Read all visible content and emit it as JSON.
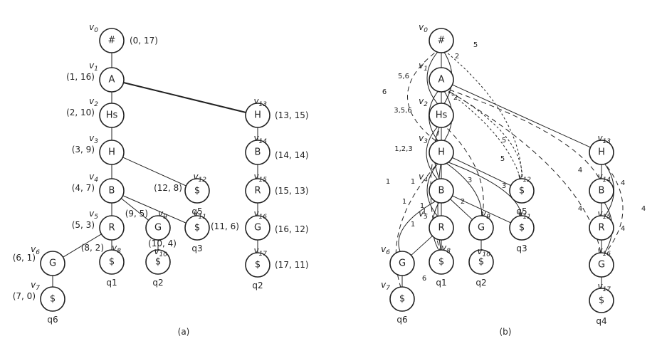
{
  "figures": [
    {
      "caption": "(a)",
      "nodes": [
        {
          "v": "0",
          "label": "#",
          "annot": "(0, 17)"
        },
        {
          "v": "1",
          "label": "A",
          "annot": "(1, 16)"
        },
        {
          "v": "2",
          "label": "Hs",
          "annot": "(2, 10)"
        },
        {
          "v": "3",
          "label": "H",
          "annot": "(3, 9)"
        },
        {
          "v": "4",
          "label": "B",
          "annot": "(4, 7)"
        },
        {
          "v": "5",
          "label": "R",
          "annot": "(5, 3)"
        },
        {
          "v": "6",
          "label": "G",
          "annot": "(6, 1)"
        },
        {
          "v": "7",
          "label": "$",
          "annot": "(7, 0)",
          "q": "q6"
        },
        {
          "v": "8",
          "label": "$",
          "annot": "(8, 2)",
          "q": "q1"
        },
        {
          "v": "9",
          "label": "G",
          "annot": "(9, 5)"
        },
        {
          "v": "10",
          "label": "$",
          "annot": "(10, 4)",
          "q": "q2"
        },
        {
          "v": "11",
          "label": "$",
          "annot": "(11, 6)",
          "q": "q3"
        },
        {
          "v": "12",
          "label": "$",
          "annot": "(12, 8)",
          "q": "q5"
        },
        {
          "v": "13",
          "label": "H",
          "annot": "(13, 15)"
        },
        {
          "v": "14",
          "label": "B",
          "annot": "(14, 14)"
        },
        {
          "v": "15",
          "label": "R",
          "annot": "(15, 13)"
        },
        {
          "v": "16",
          "label": "G",
          "annot": "(16, 12)"
        },
        {
          "v": "17",
          "label": "$",
          "annot": "(17, 11)",
          "q": "q2"
        }
      ],
      "edges": [
        [
          "0",
          "1"
        ],
        [
          "1",
          "2"
        ],
        [
          "2",
          "3"
        ],
        [
          "3",
          "4"
        ],
        [
          "4",
          "5"
        ],
        [
          "5",
          "6"
        ],
        [
          "6",
          "7"
        ],
        [
          "5",
          "8"
        ],
        [
          "4",
          "9"
        ],
        [
          "9",
          "10"
        ],
        [
          "4",
          "11"
        ],
        [
          "3",
          "12"
        ],
        [
          "1",
          "13"
        ],
        [
          "13",
          "14"
        ],
        [
          "14",
          "15"
        ],
        [
          "15",
          "16"
        ],
        [
          "16",
          "17"
        ]
      ]
    },
    {
      "caption": "(b)",
      "nodes": [
        {
          "v": "0",
          "label": "#"
        },
        {
          "v": "1",
          "label": "A"
        },
        {
          "v": "2",
          "label": "Hs"
        },
        {
          "v": "3",
          "label": "H"
        },
        {
          "v": "4",
          "label": "B"
        },
        {
          "v": "5",
          "label": "R"
        },
        {
          "v": "6",
          "label": "G"
        },
        {
          "v": "7",
          "label": "$",
          "q": "q6"
        },
        {
          "v": "8",
          "label": "$",
          "q": "q1"
        },
        {
          "v": "9",
          "label": "G"
        },
        {
          "v": "10",
          "label": "$",
          "q": "q2"
        },
        {
          "v": "11",
          "label": "$",
          "q": "q3"
        },
        {
          "v": "12",
          "label": "$",
          "q": "q5"
        },
        {
          "v": "13",
          "label": "H"
        },
        {
          "v": "14",
          "label": "B"
        },
        {
          "v": "15",
          "label": "R"
        },
        {
          "v": "16",
          "label": "G"
        },
        {
          "v": "17",
          "label": "$",
          "q": "q4"
        }
      ],
      "edges": [
        [
          "0",
          "1"
        ],
        [
          "1",
          "2"
        ],
        [
          "2",
          "3"
        ],
        [
          "3",
          "4"
        ],
        [
          "4",
          "5"
        ],
        [
          "5",
          "6"
        ],
        [
          "6",
          "7"
        ],
        [
          "5",
          "8"
        ],
        [
          "4",
          "9"
        ],
        [
          "9",
          "10"
        ],
        [
          "4",
          "11"
        ],
        [
          "3",
          "12"
        ],
        [
          "1",
          "13"
        ],
        [
          "13",
          "14"
        ],
        [
          "14",
          "15"
        ],
        [
          "15",
          "16"
        ],
        [
          "16",
          "17"
        ]
      ],
      "arcs": [
        {
          "from": "0",
          "to": "2",
          "style": "solid",
          "label": "5,6"
        },
        {
          "from": "0",
          "to": "2",
          "style": "solid",
          "label": "2"
        },
        {
          "from": "0",
          "to": "12",
          "style": "dotted",
          "label": "5"
        },
        {
          "from": "0",
          "to": "3",
          "style": "dashed",
          "label": "6"
        },
        {
          "from": "1",
          "to": "3",
          "style": "solid",
          "label": "3,5,6"
        },
        {
          "from": "1",
          "to": "3",
          "style": "solid",
          "label": "2"
        },
        {
          "from": "1",
          "to": "12",
          "style": "dotted",
          "label": "5"
        },
        {
          "from": "1",
          "to": "12",
          "style": "dotted",
          "label": "5"
        },
        {
          "from": "1",
          "to": "14",
          "style": "dashed",
          "label": "4"
        },
        {
          "from": "1",
          "to": "16",
          "style": "dashed",
          "label": "4"
        },
        {
          "from": "2",
          "to": "4",
          "style": "solid",
          "label": "1,2,3"
        },
        {
          "from": "2",
          "to": "4",
          "style": "solid",
          "label": "1"
        },
        {
          "from": "2",
          "to": "8",
          "style": "dashed",
          "label": "1"
        },
        {
          "from": "2",
          "to": "9",
          "style": "dashed",
          "label": "2"
        },
        {
          "from": "3",
          "to": "5",
          "style": "solid",
          "label": "1"
        },
        {
          "from": "3",
          "to": "9",
          "style": "solid",
          "label": "3"
        },
        {
          "from": "3",
          "to": "11",
          "style": "solid",
          "label": "3"
        },
        {
          "from": "3",
          "to": "8",
          "style": "solid",
          "label": "1"
        },
        {
          "from": "3",
          "to": "7",
          "style": "dashed",
          "label": "6"
        },
        {
          "from": "4",
          "to": "6",
          "style": "solid",
          "label": "1"
        },
        {
          "from": "4",
          "to": "8",
          "style": "solid",
          "label": "1"
        },
        {
          "from": "13",
          "to": "15",
          "style": "solid",
          "label": "4"
        },
        {
          "from": "13",
          "to": "16",
          "style": "dashed",
          "label": "4"
        },
        {
          "from": "14",
          "to": "16",
          "style": "solid",
          "label": "4"
        }
      ]
    }
  ]
}
